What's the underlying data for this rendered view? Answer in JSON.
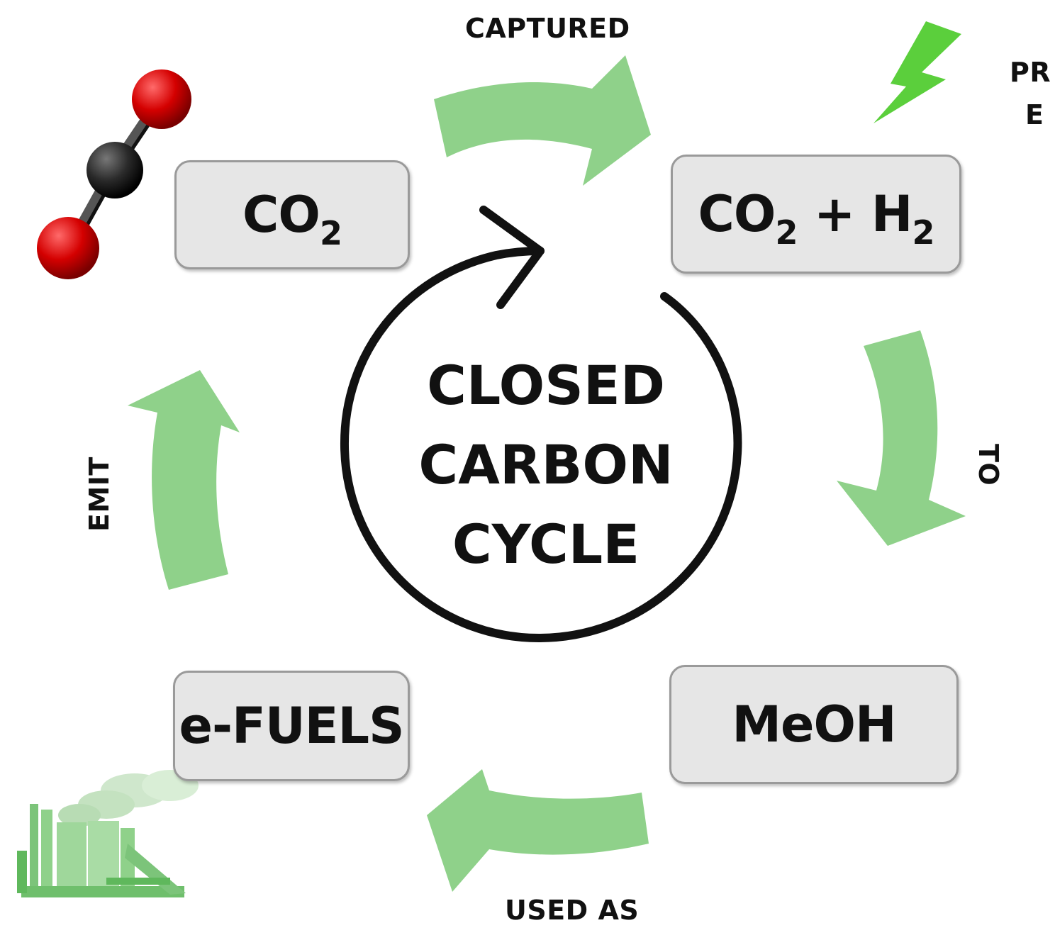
{
  "nodes": {
    "co2": {
      "label": "CO",
      "sub": "2"
    },
    "co2_h2": {
      "label_a": "CO",
      "sub_a": "2",
      "label_mid": " + H",
      "sub_b": "2"
    },
    "meoh": {
      "label": "MeOH"
    },
    "efuels": {
      "label": "e-FUELS"
    }
  },
  "edges": {
    "captured": "CAPTURED",
    "to": "TO",
    "used_as": "USED AS",
    "emit": "EMIT",
    "clipped_line1": "PR",
    "clipped_line2": "E"
  },
  "center": {
    "line1": "CLOSED",
    "line2": "CARBON",
    "line3": "CYCLE"
  },
  "colors": {
    "arrow_green": "#8fd18a",
    "lightning_green": "#5bcf3c",
    "factory_green": "#4caf50",
    "box_fill": "#e6e6e6",
    "box_border": "#9a9a9a",
    "oxygen_red": "#d40000",
    "carbon_black": "#222222"
  },
  "icons": [
    "co2-molecule-icon",
    "lightning-icon",
    "factory-icon",
    "cycle-arrow-icon"
  ]
}
